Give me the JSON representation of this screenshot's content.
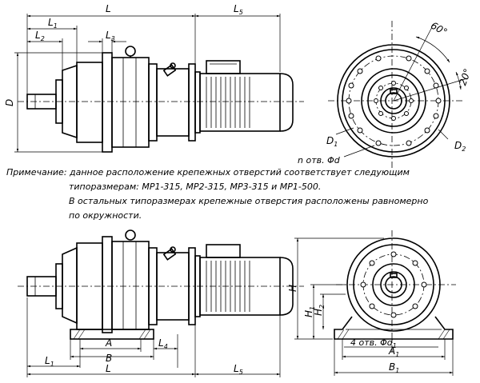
{
  "dimensions": {
    "L": "L",
    "L1": "L",
    "L1_sub": "1",
    "L2": "L",
    "L2_sub": "2",
    "L3": "L",
    "L3_sub": "3",
    "L4": "L",
    "L4_sub": "4",
    "L5": "L",
    "L5_sub": "5",
    "D": "D",
    "D1": "D",
    "D1_sub": "1",
    "D2": "D",
    "D2_sub": "2",
    "A": "A",
    "B": "B",
    "A1": "A",
    "A1_sub": "1",
    "B1": "B",
    "B1_sub": "1",
    "H": "H",
    "H1": "H",
    "H1_sub": "1",
    "H2": "H",
    "H2_sub": "2",
    "angle_60": "60°",
    "angle_20": "20°",
    "holes_flange": "n отв. Φd",
    "holes_foot": "4 отв. Φd",
    "holes_foot_sub": "1"
  },
  "note": {
    "line1": "Примечание: данное расположение крепежных отверстий соответствует следующим",
    "line2": "типоразмерам: МР1-315, МР2-315, МР3-315 и МР1-500.",
    "line3": "В остальных типоразмерах крепежные отверстия расположены равномерно",
    "line4": "по окружности."
  }
}
